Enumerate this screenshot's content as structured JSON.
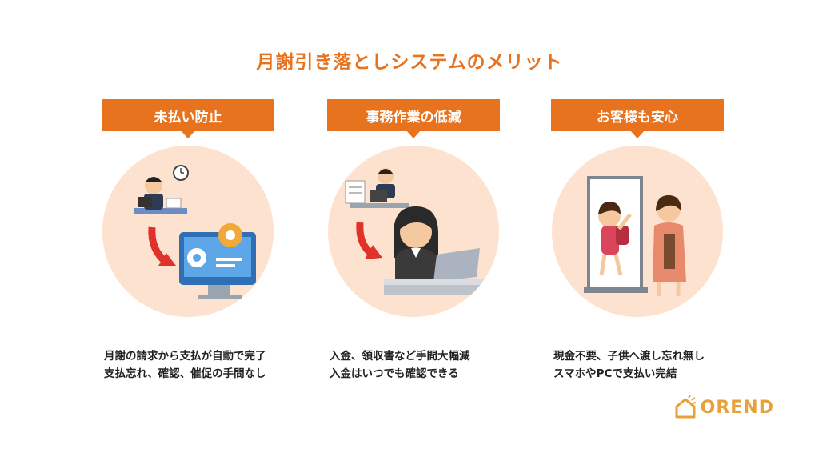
{
  "title": "月謝引き落としシステムのメリット",
  "columns": [
    {
      "heading": "未払い防止",
      "lines": [
        "月謝の請求から支払が自動で完了",
        "支払忘れ、確認、催促の手間なし"
      ],
      "illustration": "automatic-payment-computer"
    },
    {
      "heading": "事務作業の低減",
      "lines": [
        "入金、領収書など手間大幅減",
        "入金はいつでも確認できる"
      ],
      "illustration": "office-worker-laptop"
    },
    {
      "heading": "お客様も安心",
      "lines": [
        "現金不要、子供へ渡し忘れ無し",
        "スマホやPCで支払い完結"
      ],
      "illustration": "parent-child-doorway"
    }
  ],
  "logo": {
    "text": "OREND",
    "icon": "house-logo-icon"
  },
  "colors": {
    "accent": "#e8731f",
    "circle": "#fde2cf",
    "logo": "#e8a13a"
  }
}
